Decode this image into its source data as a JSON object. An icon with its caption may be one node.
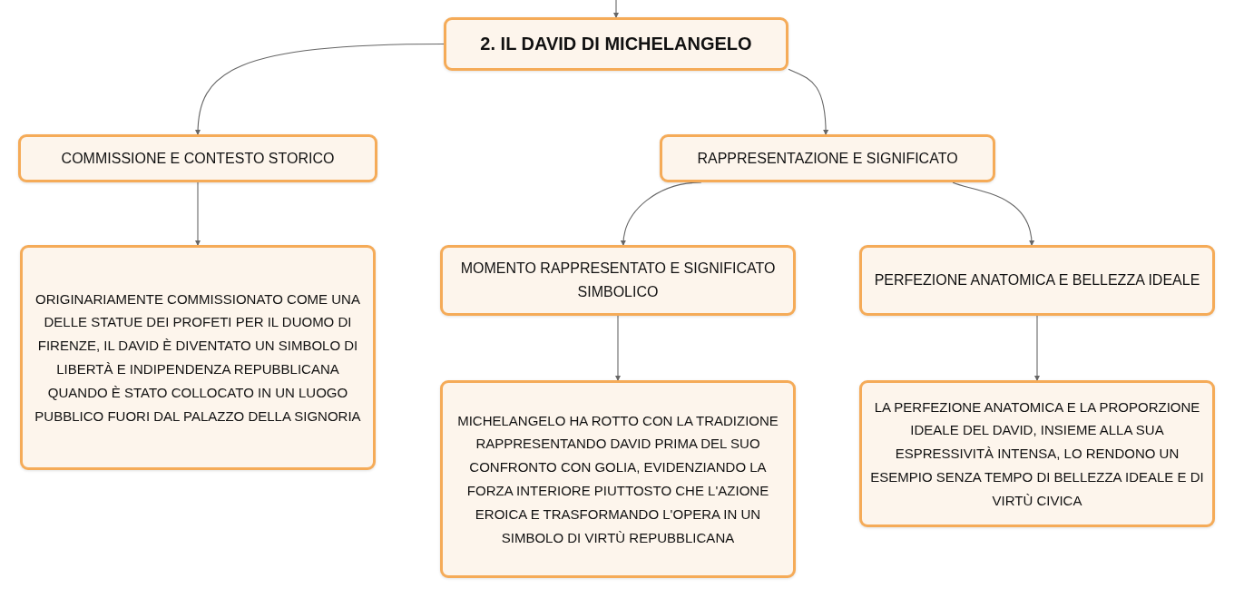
{
  "diagram": {
    "nodes": [
      {
        "text": [
          "2. IL DAVID DI MICHELANGELO"
        ]
      },
      {
        "text": [
          "COMMISSIONE E CONTESTO STORICO"
        ]
      },
      {
        "text": [
          "RAPPRESENTAZIONE E SIGNIFICATO"
        ]
      },
      {
        "text": [
          "ORIGINARIAMENTE COMMISSIONATO COME UNA DELLE STATUE DEI PROFETI PER IL DUOMO DI FIRENZE, IL DAVID È DIVENTATO UN SIMBOLO DI LIBERTÀ E INDIPENDENZA REPUBBLICANA QUANDO È STATO COLLOCATO IN UN LUOGO PUBBLICO FUORI DAL PALAZZO DELLA SIGNORIA"
        ]
      },
      {
        "text": [
          "MOMENTO RAPPRESENTATO E SIGNIFICATO SIMBOLICO"
        ]
      },
      {
        "text": [
          "PERFEZIONE ANATOMICA E BELLEZZA IDEALE"
        ]
      },
      {
        "text": [
          "MICHELANGELO HA ROTTO CON LA TRADIZIONE RAPPRESENTANDO DAVID PRIMA DEL SUO CONFRONTO CON GOLIA, EVIDENZIANDO LA FORZA INTERIORE PIUTTOSTO CHE L'AZIONE EROICA E TRASFORMANDO L'OPERA IN UN SIMBOLO DI VIRTÙ REPUBBLICANA"
        ]
      },
      {
        "text": [
          "LA PERFEZIONE ANATOMICA E LA PROPORZIONE IDEALE DEL DAVID, INSIEME ALLA SUA ESPRESSIVITÀ INTENSA, LO RENDONO UN ESEMPIO SENZA TEMPO DI BELLEZZA IDEALE E DI VIRTÙ CIVICA"
        ]
      }
    ],
    "edges": [
      {
        "from": null,
        "to": 0,
        "arrow": "to"
      },
      {
        "from": 0,
        "to": 1,
        "arrow": "to"
      },
      {
        "from": 0,
        "to": 2,
        "arrow": "to"
      },
      {
        "from": 1,
        "to": 3,
        "arrow": "to"
      },
      {
        "from": 2,
        "to": 4,
        "arrow": "to"
      },
      {
        "from": 2,
        "to": 5,
        "arrow": "to"
      },
      {
        "from": 4,
        "to": 6,
        "arrow": "to"
      },
      {
        "from": 5,
        "to": 7,
        "arrow": "to"
      }
    ]
  }
}
